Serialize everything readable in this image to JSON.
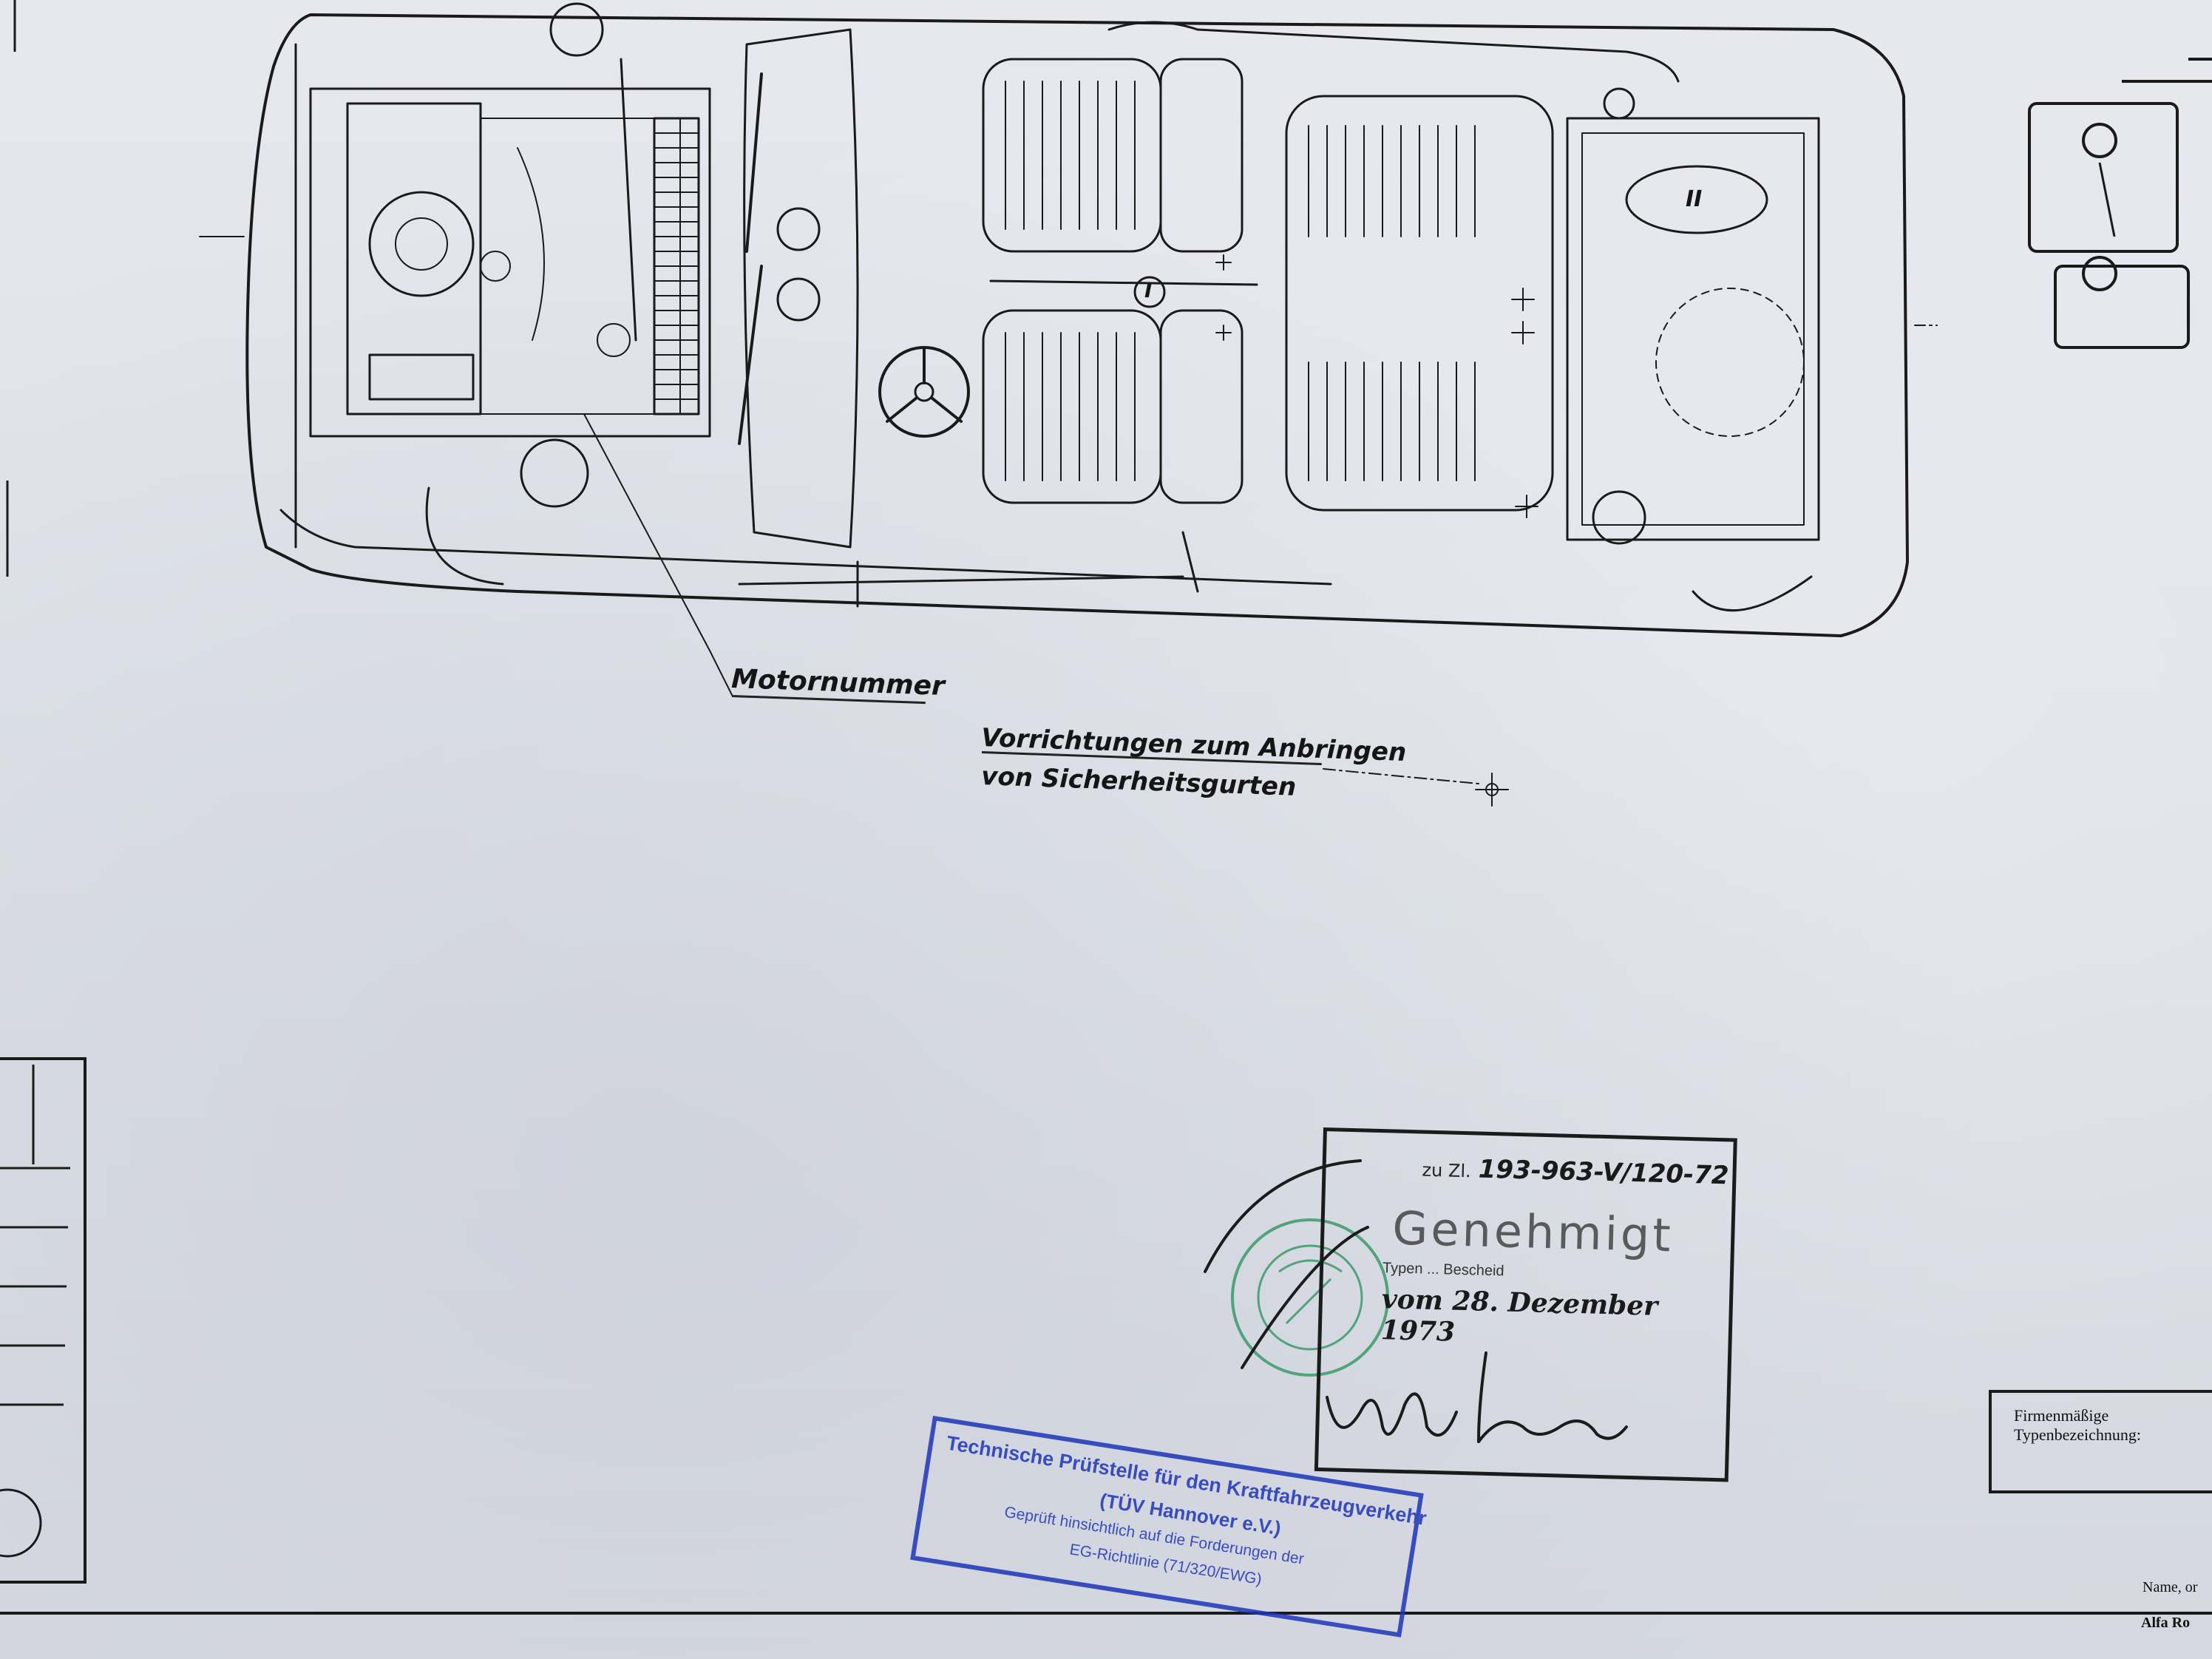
{
  "drawing": {
    "label_engine_number": "Motornummer",
    "label_seatbelt_line1": "Vorrichtungen zum Anbringen",
    "label_seatbelt_line2": "von Sicherheitsgurten",
    "marker_front": "I",
    "marker_rear": "II"
  },
  "approval_stamp": {
    "ref_prefix": "zu Zl.",
    "ref_value": "193-963-V/120-72",
    "status": "Genehmigt",
    "type_line": "Typen   ...   Bescheid",
    "date": "vom 28. Dezember 1973"
  },
  "tuv_stamp": {
    "line1": "Technische Prüfstelle für den Kraftfahrzeugverkehr",
    "line2": "(TÜV Hannover e.V.)",
    "line3": "Geprüft hinsichtlich auf die Forderungen der",
    "line4": "EG-Richtlinie (71/320/EWG)"
  },
  "title_block": {
    "field_label_line1": "Firmenmäßige",
    "field_label_line2": "Typenbezeichnung:",
    "name_field": "Name, or",
    "company_fragment": "Alfa Ro"
  },
  "colors": {
    "paper": "#dfe2e9",
    "ink": "#1b1b1b",
    "stamp_blue": "#1d35b8",
    "seal_green": "#3a9a6a"
  },
  "icons": {
    "seal": "alfa-romeo-seal-icon",
    "signature": "signature-icon",
    "anchor_point": "crosshair-anchor-icon"
  }
}
